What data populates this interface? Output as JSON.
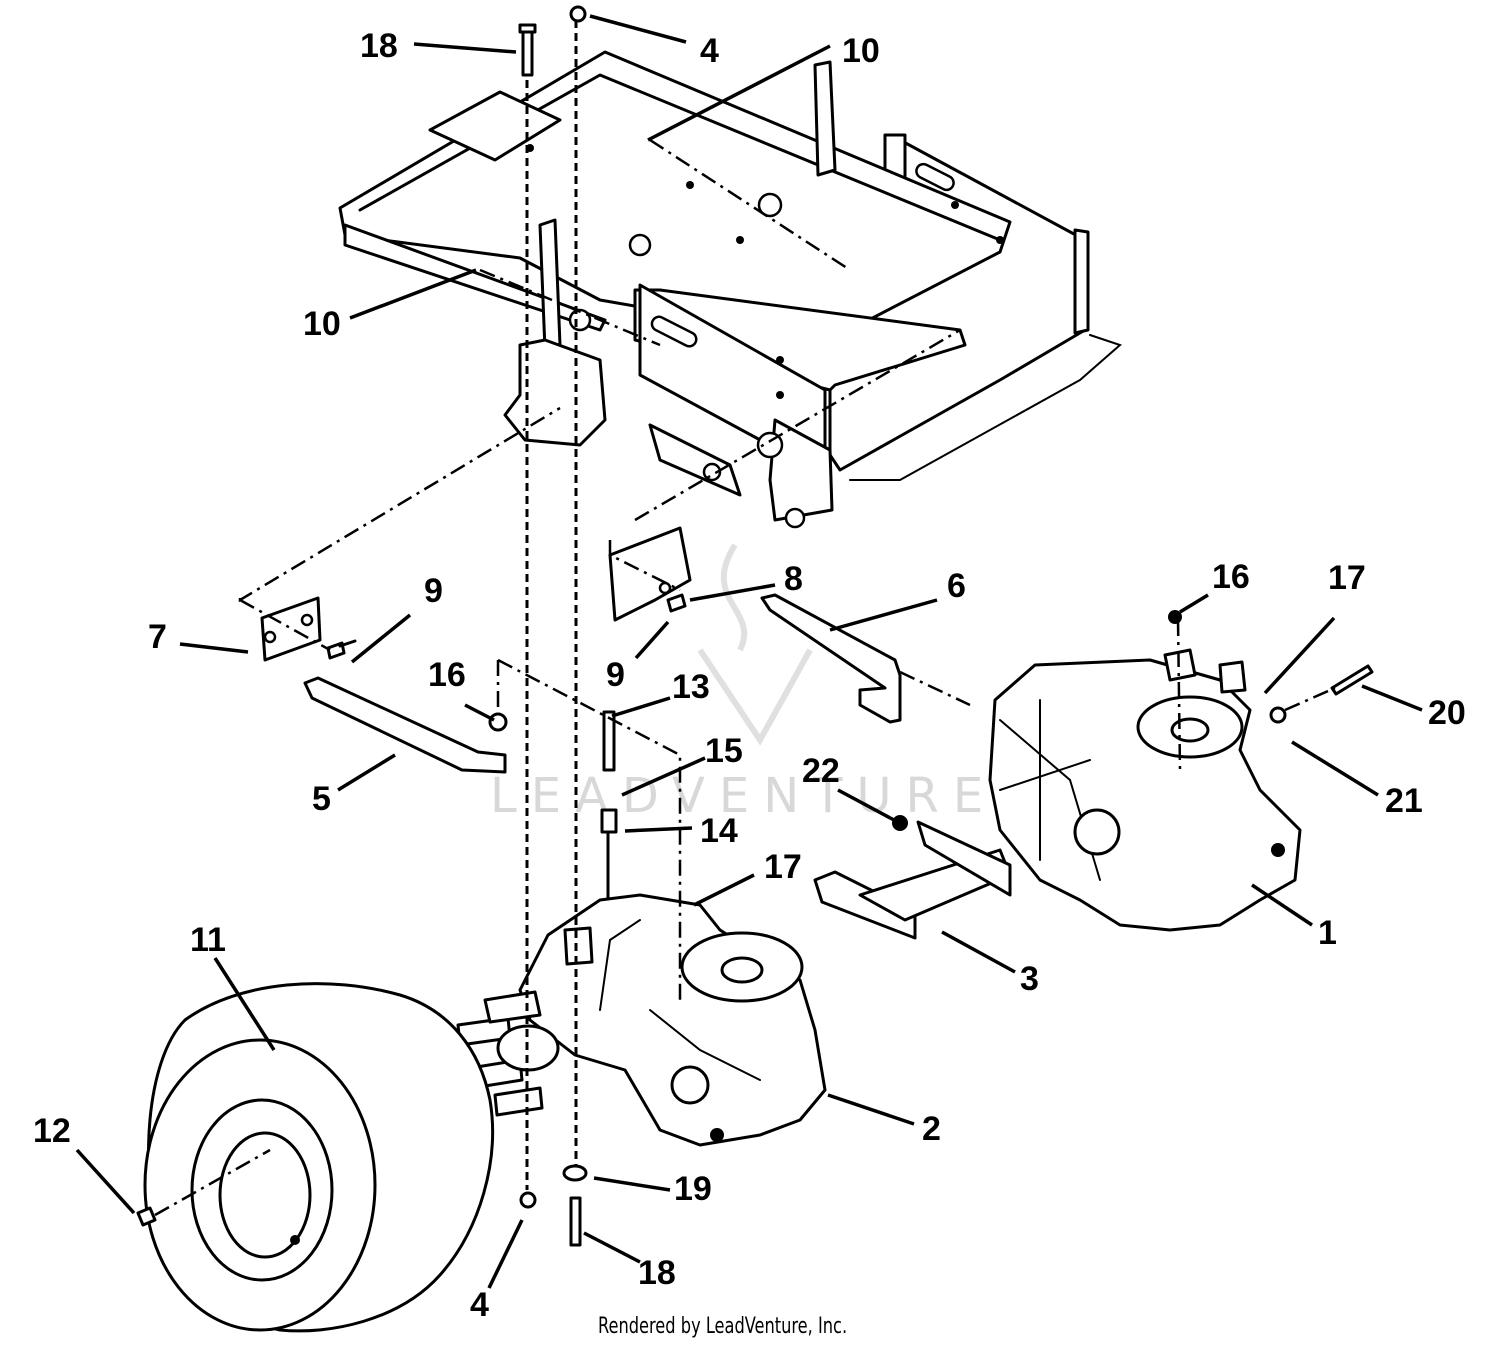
{
  "watermark": "LEADVENTURE",
  "footer": "Rendered by LeadVenture, Inc.",
  "callouts": {
    "c18_top": "18",
    "c4_top": "4",
    "c10_top": "10",
    "c10_left": "10",
    "c7": "7",
    "c9_left": "9",
    "c16_left": "16",
    "c5": "5",
    "c8": "8",
    "c6": "6",
    "c9_mid": "9",
    "c13": "13",
    "c15": "15",
    "c14": "14",
    "c16_right": "16",
    "c17_right": "17",
    "c20": "20",
    "c21": "21",
    "c22": "22",
    "c1": "1",
    "c17_mid": "17",
    "c3": "3",
    "c11": "11",
    "c2": "2",
    "c12": "12",
    "c19": "19",
    "c18_bottom": "18",
    "c4_bottom": "4"
  }
}
